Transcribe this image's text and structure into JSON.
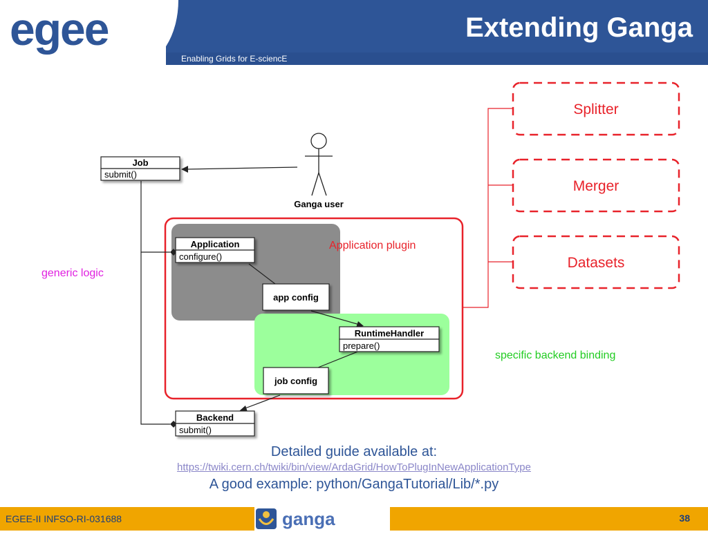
{
  "header": {
    "logo_text": "egee",
    "tagline": "Enabling Grids for E-sciencE",
    "title": "Extending Ganga"
  },
  "diagram": {
    "job": {
      "name": "Job",
      "method": "submit()"
    },
    "user": {
      "label": "Ganga user"
    },
    "application": {
      "name": "Application",
      "method": "configure()"
    },
    "app_config": "app config",
    "runtime_handler": {
      "name": "RuntimeHandler",
      "method": "prepare()"
    },
    "job_config": "job config",
    "backend": {
      "name": "Backend",
      "method": "submit()"
    },
    "labels": {
      "generic_logic": "generic logic",
      "application_plugin": "Application plugin",
      "specific_backend": "specific backend binding"
    },
    "plugins": [
      "Splitter",
      "Merger",
      "Datasets"
    ]
  },
  "guide": {
    "line1": "Detailed guide available at:",
    "link": "https://twiki.cern.ch/twiki/bin/view/ArdaGrid/HowToPlugInNewApplicationType",
    "line3": "A good example: python/GangaTutorial/Lib/*.py"
  },
  "footer": {
    "left": "EGEE-II INFSO-RI-031688",
    "logo_text": "ganga",
    "page_number": "38"
  },
  "colors": {
    "brand_blue": "#2e5597",
    "footer_orange": "#f0a500",
    "plugin_red": "#e8222a",
    "generic_magenta": "#e020e0",
    "backend_green": "#22cc22"
  }
}
